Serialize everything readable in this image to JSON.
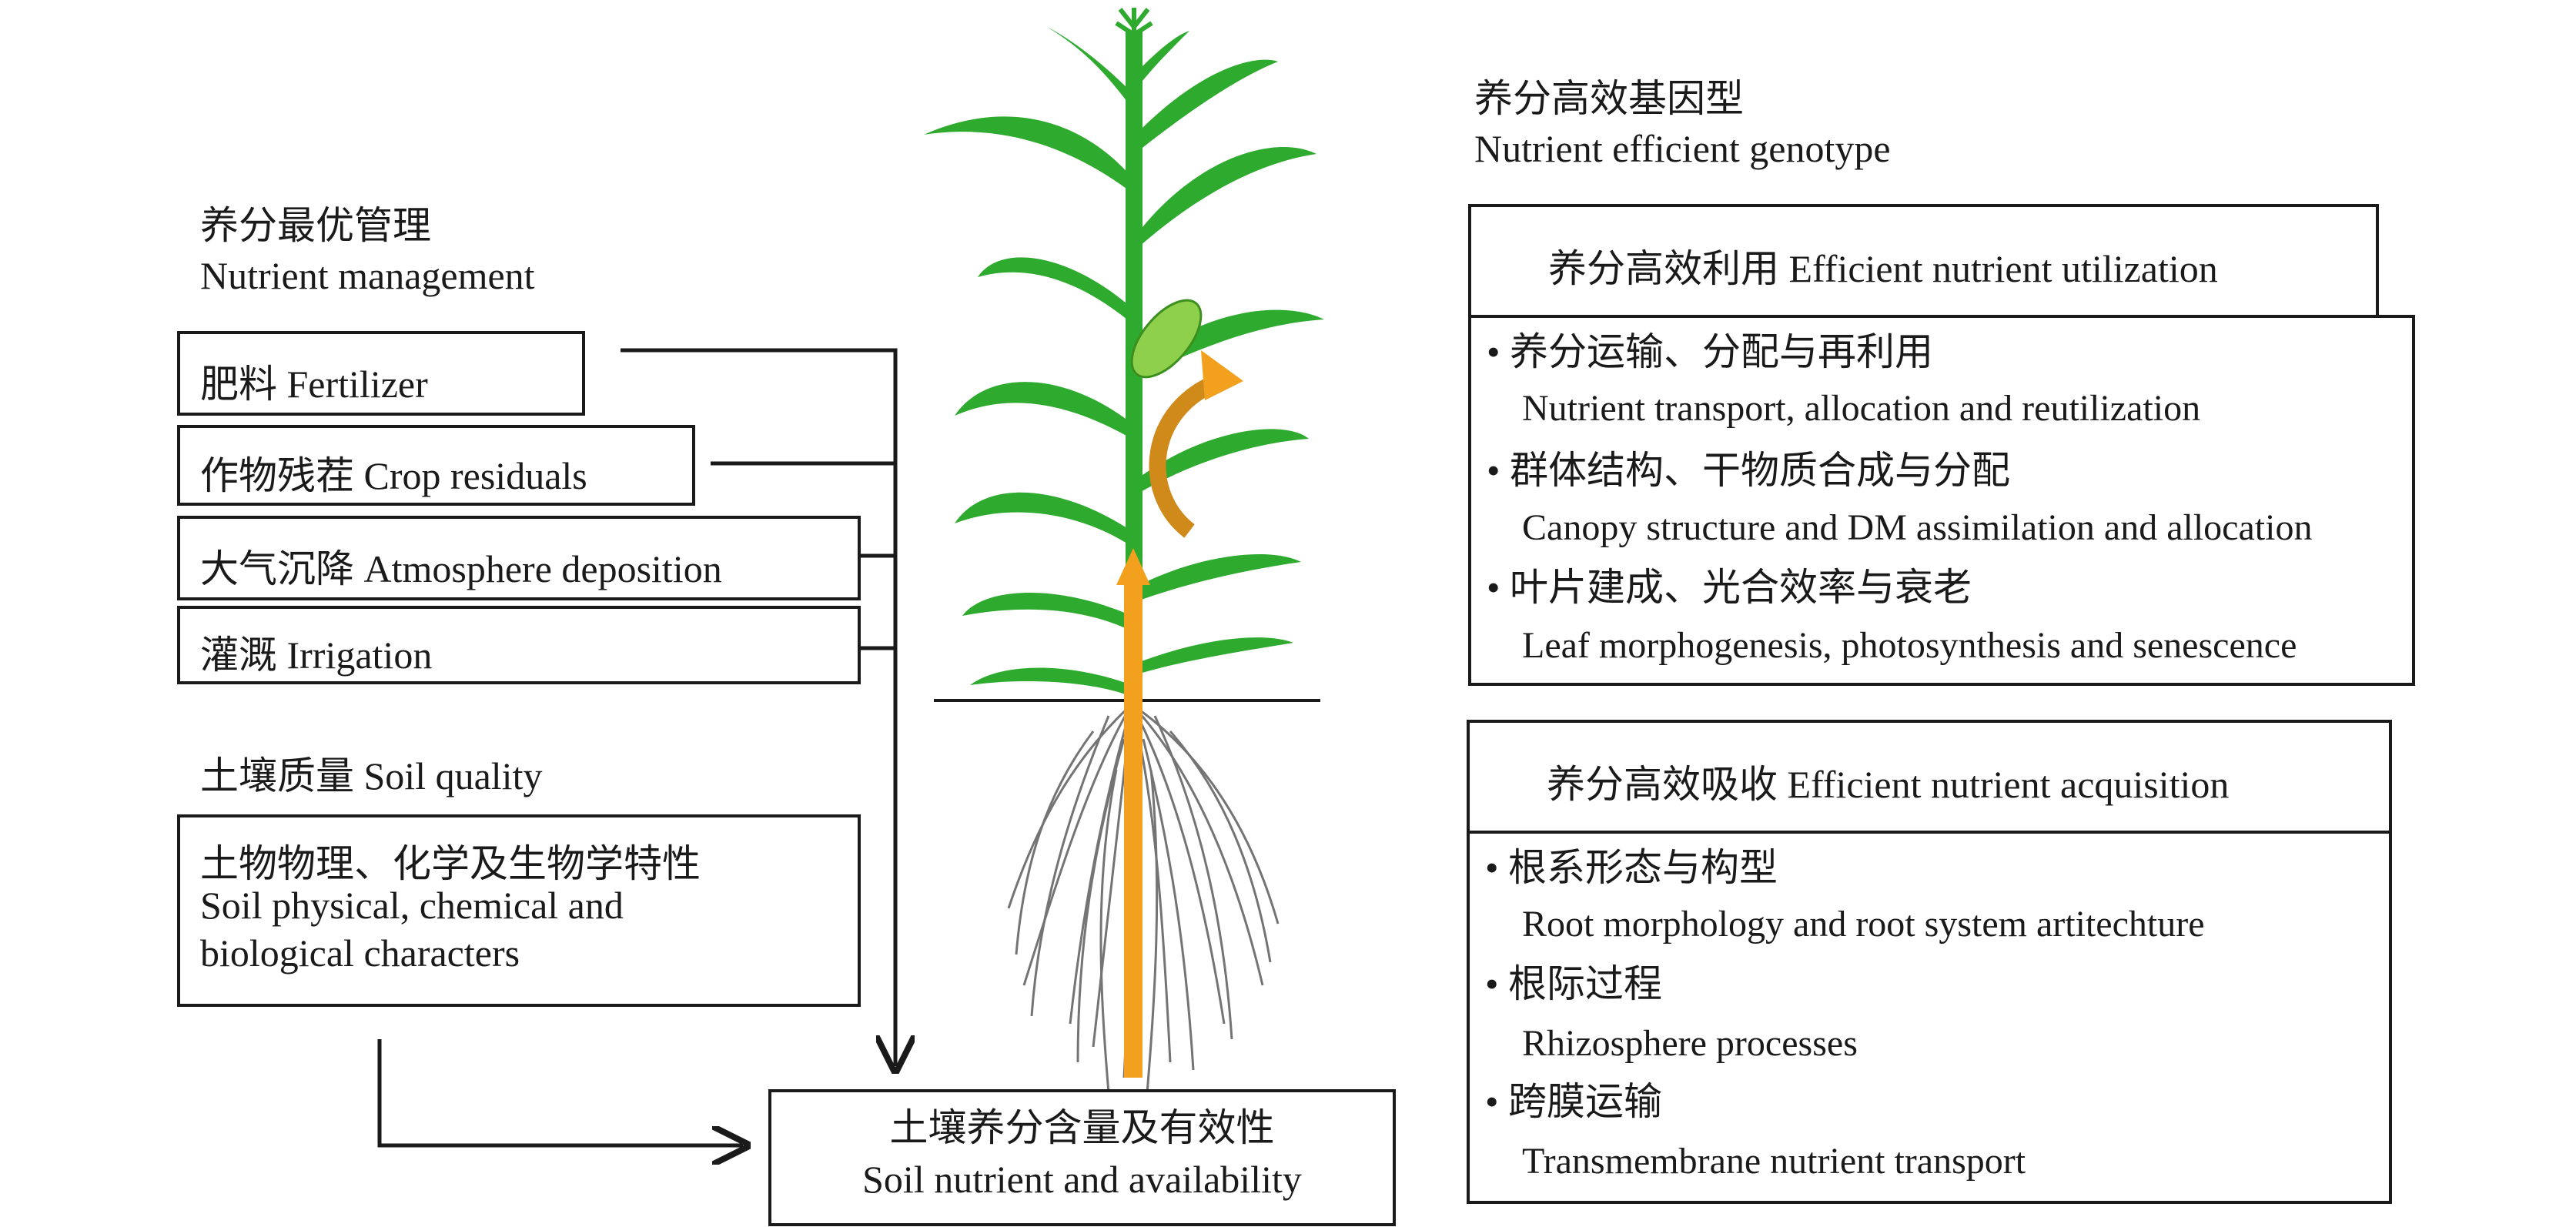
{
  "management": {
    "heading_zh": "养分最优管理",
    "heading_en": "Nutrient management",
    "items": [
      {
        "label": "肥料 Fertilizer"
      },
      {
        "label": "作物残茬 Crop residuals"
      },
      {
        "label": "大气沉降 Atmosphere deposition"
      },
      {
        "label": "灌溉 Irrigation"
      }
    ]
  },
  "soil_quality": {
    "heading": "土壤质量 Soil quality",
    "box_lines": [
      "土物物理、化学及生物学特性",
      "Soil physical, chemical and",
      "biological characters"
    ]
  },
  "soil_nutrient": {
    "label_zh": "土壤养分含量及有效性",
    "label_en": "Soil nutrient and availability"
  },
  "genotype": {
    "heading_zh": "养分高效基因型",
    "heading_en": "Nutrient efficient genotype"
  },
  "utilization": {
    "title": "养分高效利用 Efficient nutrient utilization",
    "bullets": [
      {
        "zh": "养分运输、分配与再利用",
        "en": "Nutrient  transport, allocation and reutilization"
      },
      {
        "zh": "群体结构、干物质合成与分配",
        "en": "Canopy structure and DM assimilation and allocation"
      },
      {
        "zh": "叶片建成、光合效率与衰老",
        "en": "Leaf morphogenesis, photosynthesis and senescence"
      }
    ]
  },
  "acquisition": {
    "title": "养分高效吸收 Efficient nutrient acquisition",
    "bullets": [
      {
        "zh": "根系形态与构型",
        "en": "Root morphology and root system artitechture"
      },
      {
        "zh": "根际过程",
        "en": "Rhizosphere processes"
      },
      {
        "zh": "跨膜运输",
        "en": "Transmembrane nutrient transport"
      }
    ]
  },
  "bullet_symbol": "•",
  "colors": {
    "plant_green": "#2eaa2e",
    "arrow_orange": "#f2a01e",
    "curved_arrow": "#d08a1a",
    "roots": "#5a5a5a",
    "line": "#1a1a1a"
  }
}
